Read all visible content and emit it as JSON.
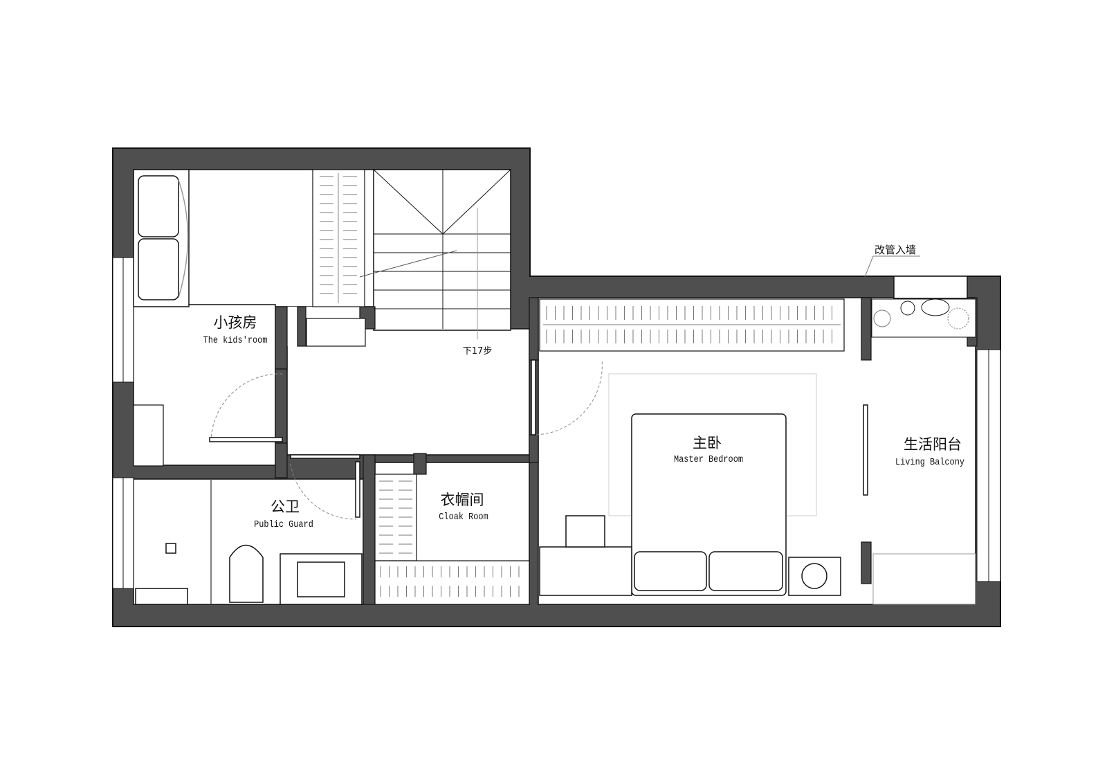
{
  "rooms": {
    "kids": {
      "cn": "小孩房",
      "en": "The kids'room"
    },
    "public_bath": {
      "cn": "公卫",
      "en": "Public Guard"
    },
    "cloak": {
      "cn": "衣帽间",
      "en": "Cloak Room"
    },
    "master": {
      "cn": "主卧",
      "en": "Master Bedroom"
    },
    "balcony": {
      "cn": "生活阳台",
      "en": "Living Balcony"
    }
  },
  "annotations": {
    "stairs": "下17步",
    "pipe_note": "改管入墙"
  },
  "colors": {
    "wall": "#4f4f4f",
    "line": "#111111",
    "thin": "#999999"
  }
}
